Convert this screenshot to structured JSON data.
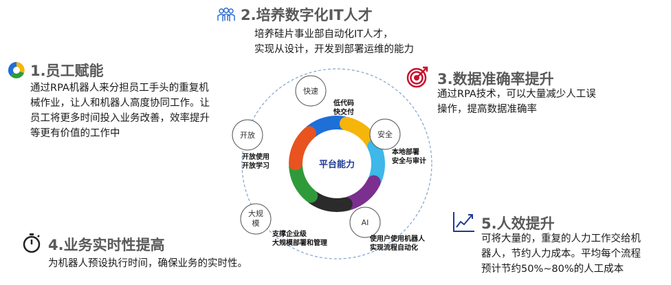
{
  "benefits": {
    "b1": {
      "title": "1.员工赋能",
      "lines": [
        "通过RPA机器人来分担员工手头的重复机",
        "械作业，让人和机器人高度协同工作。让",
        "员工将更多时间投入业务改善，效率提升",
        "等更有价值的工作中"
      ]
    },
    "b2": {
      "title": "2.培养数字化IT人才",
      "lines": [
        "培养硅片事业部自动化IT人才，",
        "实现从设计，开发到部署运维的能力"
      ]
    },
    "b3": {
      "title": "3.数据准确率提升",
      "lines": [
        "通过RPA技术，可以大量减少人工误",
        "操作，提高数据准确率"
      ]
    },
    "b4": {
      "title": "4.业务实时性提高",
      "lines": [
        "为机器人预设执行时间，确保业务的实时性。"
      ]
    },
    "b5": {
      "title": "5.人效提升",
      "lines": [
        "可将大量的，重复的人力工作交给机",
        "器人，节约人力成本。平均每个流程",
        "预计节约50%~80%的人工成本"
      ]
    }
  },
  "diagram": {
    "center": "平台能力",
    "nodes": [
      {
        "label": "快速",
        "features": [
          "低代码",
          "快交付"
        ]
      },
      {
        "label": "安全",
        "features": [
          "本地部署",
          "安全与审计"
        ]
      },
      {
        "label": "AI",
        "features": [
          "使用户使用机器人",
          "实现流程自动化"
        ]
      },
      {
        "label": "大规模",
        "label_lines": [
          "大规",
          "模"
        ],
        "features": [
          "支撑企业级",
          "大规模部署和管理"
        ]
      },
      {
        "label": "开放",
        "features": [
          "开放使用",
          "开放学习"
        ]
      }
    ],
    "ring_colors": [
      "#1f6fd9",
      "#f5b50a",
      "#3db8e8",
      "#7b2f8f",
      "#2b2b2b",
      "#2f9a3a",
      "#e8531f"
    ]
  },
  "colors": {
    "title_gray": "#595959",
    "target_red": "#c8102e",
    "chart_blue": "#1f3a93"
  },
  "icons": [
    "pie-chart-icon",
    "people-icon",
    "target-icon",
    "stopwatch-icon",
    "line-chart-icon"
  ]
}
